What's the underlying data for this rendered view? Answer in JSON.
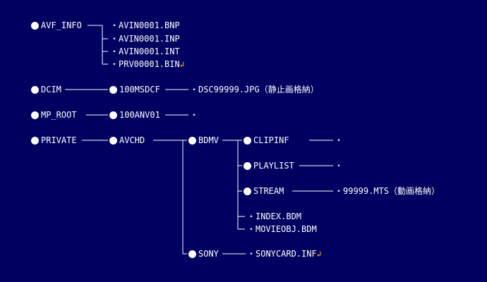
{
  "avf_info": {
    "folder": "AVF_INFO",
    "files": [
      "・AVIN0001.BNP",
      "・AVIN0001.INP",
      "・AVIN0001.INT",
      "・PRV00001.BIN"
    ],
    "return_mark": "↲"
  },
  "dcim": {
    "folder": "DCIM",
    "subfolder": "100MSDCF",
    "file": "・DSC99999.JPG（静止画格納）"
  },
  "mp_root": {
    "folder": "MP_ROOT",
    "subfolder": "100ANV01",
    "file": "・"
  },
  "private": {
    "folder": "PRIVATE",
    "avchd": "AVCHD",
    "bdmv": "BDMV",
    "clipinf": {
      "folder": "CLIPINF",
      "file": "・"
    },
    "playlist": {
      "folder": "PLAYLIST",
      "file": "・"
    },
    "stream": {
      "folder": "STREAM",
      "file": "・99999.MTS（動画格納）"
    },
    "index_file": "・INDEX.BDM",
    "movieobj_file": "・MOVIEOBJ.BDM",
    "sony": {
      "folder": "SONY",
      "file": "・SONYCARD.INF",
      "return_mark": "↲"
    }
  }
}
